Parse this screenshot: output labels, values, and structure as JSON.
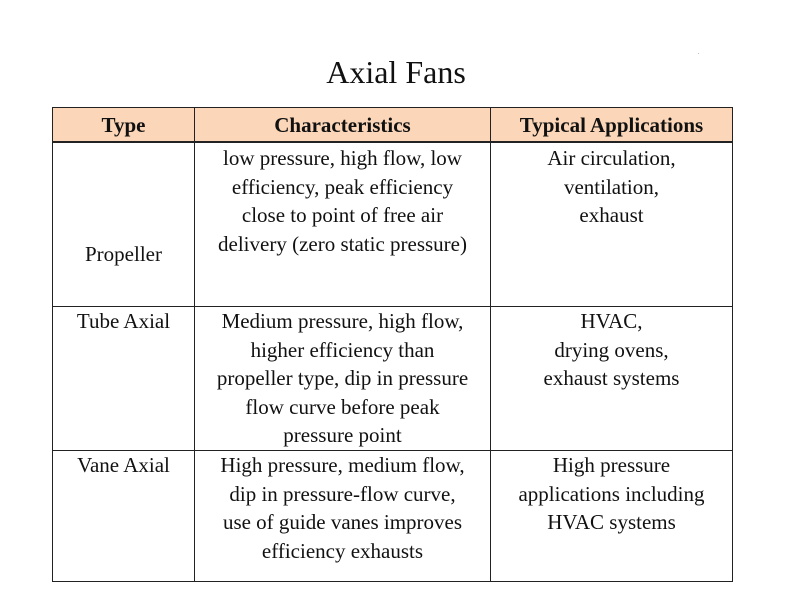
{
  "title": "Axial Fans",
  "marker": ".",
  "table": {
    "headers": [
      "Type",
      "Characteristics",
      "Typical Applications"
    ],
    "rows": [
      {
        "type": "Propeller",
        "characteristics": [
          "low pressure, high flow, low",
          "efficiency, peak efficiency",
          "close to point of free air",
          "delivery (zero static pressure)"
        ],
        "applications": [
          "Air circulation,",
          "ventilation,",
          "exhaust"
        ]
      },
      {
        "type": "Tube Axial",
        "characteristics": [
          "Medium pressure, high flow,",
          "higher efficiency than",
          "propeller type, dip in pressure",
          "flow curve before peak",
          "pressure point"
        ],
        "applications": [
          "HVAC,",
          "drying ovens,",
          "exhaust systems"
        ]
      },
      {
        "type": "Vane Axial",
        "characteristics": [
          "High pressure, medium flow,",
          "dip in pressure-flow curve,",
          "use of guide vanes improves",
          "efficiency exhausts"
        ],
        "applications": [
          "High pressure",
          "applications including",
          "HVAC systems"
        ]
      }
    ]
  },
  "colors": {
    "header_background": "#fbd6b8",
    "border": "#222222"
  }
}
